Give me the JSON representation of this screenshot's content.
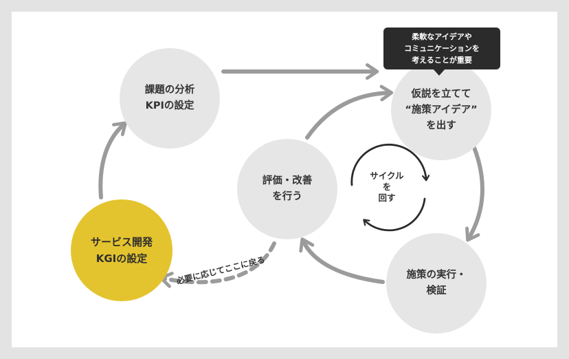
{
  "nodes": {
    "issue_analysis": {
      "line1": "課題の分析",
      "line2": "KPIの設定"
    },
    "hypothesis": {
      "line1": "仮説を立てて",
      "line2": "“施策アイデア”",
      "line3": "を出す"
    },
    "execution": {
      "line1": "施策の実行・",
      "line2": "検証"
    },
    "evaluation": {
      "line1": "評価・改善",
      "line2": "を行う"
    },
    "service_dev": {
      "line1": "サービス開発",
      "line2": "KGIの設定"
    }
  },
  "tooltip": {
    "line1": "柔軟なアイデアや",
    "line2": "コミュニケーションを",
    "line3": "考えることが重要"
  },
  "cycle": {
    "line1": "サイクル",
    "line2": "を",
    "line3": "回す"
  },
  "return_note": "必要に応じてここに戻る",
  "colors": {
    "background": "#e3e3e3",
    "card": "#ffffff",
    "node_gray": "#e6e6e6",
    "node_yellow": "#e4c42e",
    "arrow": "#9b9b9b",
    "cycle_arrow": "#2b2b2b",
    "tooltip": "#2b2b2b"
  }
}
